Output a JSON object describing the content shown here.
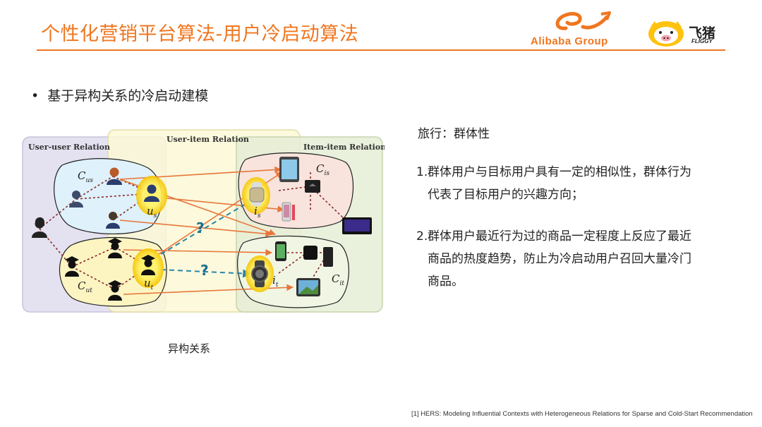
{
  "header": {
    "title": "个性化营销平台算法-用户冷启动算法",
    "alibaba_logo_text": "Alibaba Group",
    "fliggy_logo_text": "飞猪",
    "fliggy_logo_sub": "FLIGGY"
  },
  "bullet": {
    "symbol": "•",
    "text": "基于异构关系的冷启动建模"
  },
  "diagram": {
    "regions": {
      "user_user": "User-user Relation",
      "user_item": "User-item Relation",
      "item_item": "Item-item Relation"
    },
    "symbols": {
      "c_us": "C",
      "c_us_sub": "us",
      "u_s": "u",
      "u_s_sub": "s",
      "c_ut": "C",
      "c_ut_sub": "ut",
      "u_t": "u",
      "u_t_sub": "t",
      "c_is": "C",
      "c_is_sub": "is",
      "i_s": "i",
      "i_s_sub": "s",
      "c_it": "C",
      "c_it_sub": "it",
      "i_t": "i",
      "i_t_sub": "t",
      "question": "?"
    },
    "caption": "异构关系"
  },
  "right": {
    "heading": "旅行：群体性",
    "points": [
      {
        "num": "1.",
        "line1": "群体用户与目标用户具有一定的相似性，群体行为",
        "line2": "代表了目标用户的兴趣方向；"
      },
      {
        "num": "2.",
        "line1": "群体用户最近行为过的商品一定程度上反应了最近",
        "line2": "商品的热度趋势，防止为冷启动用户召回大量冷门",
        "line3": "商品。"
      }
    ]
  },
  "footnote": "[1] HERS: Modeling Influential Contexts with Heterogeneous Relations for Sparse and Cold-Start Recommendation",
  "colors": {
    "accent": "#f0761f",
    "user_region": "#e4e1f0",
    "useritem_region": "#fbf8d6",
    "item_region": "#e5edd6",
    "blue_cluster": "#dff1fa",
    "yellow_cluster": "#fcf5c2",
    "red_cluster": "#f8e4dd",
    "green_cluster": "#f1f6e4"
  }
}
